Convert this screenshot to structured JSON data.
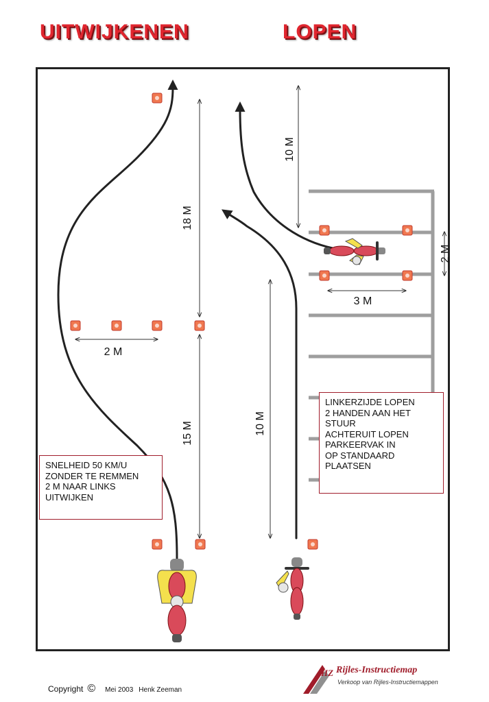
{
  "titles": {
    "left": "UITWIJKENEN",
    "right": "LOPEN"
  },
  "measurements": {
    "m18": "18 M",
    "m15": "15 M",
    "m10_top": "10 M",
    "m10_bottom": "10 M",
    "m2_left": "2 M",
    "m3_right": "3 M",
    "m2_right": "2 M"
  },
  "notes": {
    "left": [
      "SNELHEID 50 KM/U",
      "ZONDER TE REMMEN",
      "2 M NAAR LINKS",
      "UITWIJKEN"
    ],
    "right": [
      "LINKERZIJDE LOPEN",
      "2 HANDEN AAN HET",
      "STUUR",
      "ACHTERUIT LOPEN",
      "PARKEERVAK IN",
      "OP STANDAARD",
      "PLAATSEN"
    ]
  },
  "footer": {
    "copyright_label": "Copyright",
    "copyright_symbol": "©",
    "date": "Mei 2003",
    "author": "Henk Zeeman"
  },
  "logo": {
    "mark": "HZ",
    "brand": "Rijles-Instructiemap",
    "tagline": "Verkoop van Rijles-Instructiemappen"
  },
  "colors": {
    "title": "#e0262f",
    "cone": "#f07850",
    "cone_border": "#c0392b",
    "bike_body": "#d94a5a",
    "rider": "#f4e04d",
    "arrow": "#222222",
    "parking_lines": "#9e9e9e",
    "note_border": "#a01c2a"
  }
}
